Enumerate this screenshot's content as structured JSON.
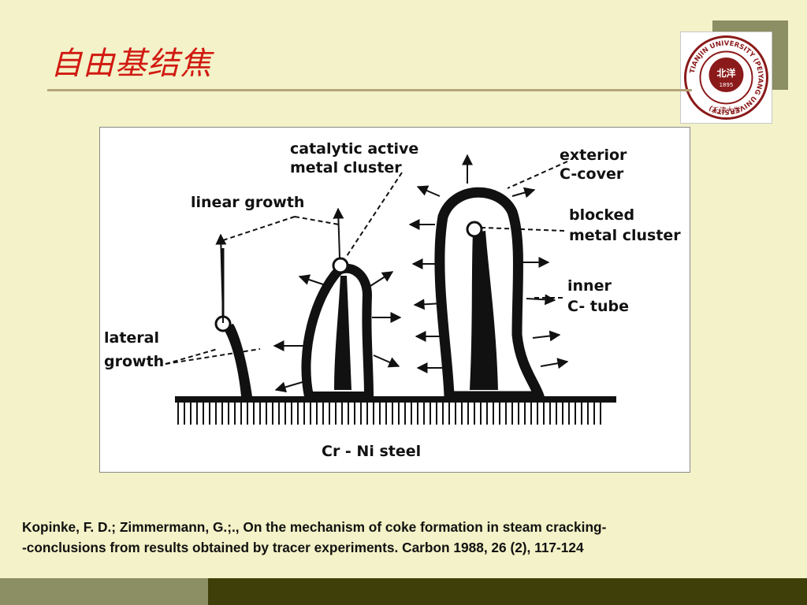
{
  "slide": {
    "title": "自由基结焦",
    "caption": "Kopinke, F. D.; Zimmermann, G.;., On the mechanism of coke formation in steam cracking-\n-conclusions from results obtained by tracer experiments. Carbon 1988, 26 (2), 117-124"
  },
  "logo": {
    "ring_text": "TIANJIN UNIVERSITY (PEIYANG UNIVERSITY)",
    "center_text": "北洋",
    "year": "1895",
    "bottom_text": "天津大学"
  },
  "figure": {
    "labels": {
      "catalytic_line1": "catalytic active",
      "catalytic_line2": "metal cluster",
      "linear_growth": "linear growth",
      "exterior_line1": "exterior",
      "exterior_line2": "C-cover",
      "blocked_line1": "blocked",
      "blocked_line2": "metal cluster",
      "inner_line1": "inner",
      "inner_line2": "C- tube",
      "lateral_line1": "lateral",
      "lateral_line2": "growth",
      "steel": "Cr - Ni steel"
    }
  },
  "colors": {
    "background": "#f3f2c8",
    "title": "#d11a12",
    "rule": "#b3a57a",
    "footer_dark": "#3f3f0a",
    "footer_light": "#8c8e63",
    "logo": "#8b1a1a"
  }
}
